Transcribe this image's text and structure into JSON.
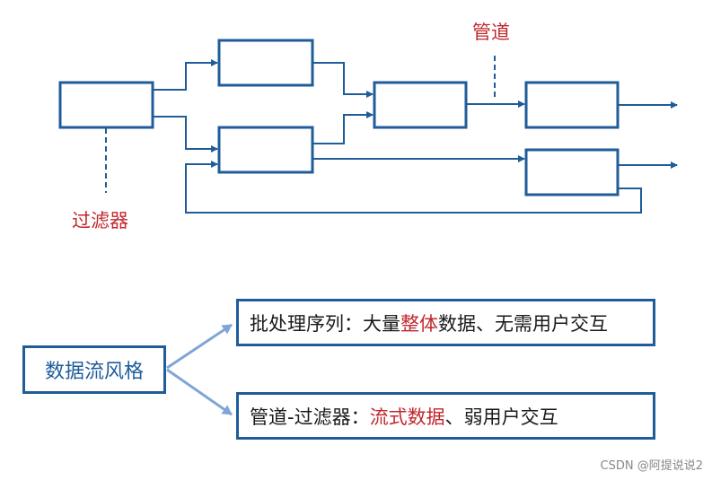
{
  "diagram": {
    "pipe_label": "管道",
    "filter_label": "过滤器"
  },
  "summary": {
    "root_label": "数据流风格",
    "batch": {
      "prefix": "批处理序列：大量",
      "highlight": "整体",
      "suffix": "数据、无需用户交互"
    },
    "pipe_filter": {
      "prefix": "管道-过滤器：",
      "highlight": "流式数据",
      "suffix": "、弱用户交互"
    }
  },
  "watermark": "CSDN @阿提说说2",
  "colors": {
    "box_border": "#1f5c99",
    "red_text": "#c0282d",
    "connector": "#7fa6d6"
  }
}
